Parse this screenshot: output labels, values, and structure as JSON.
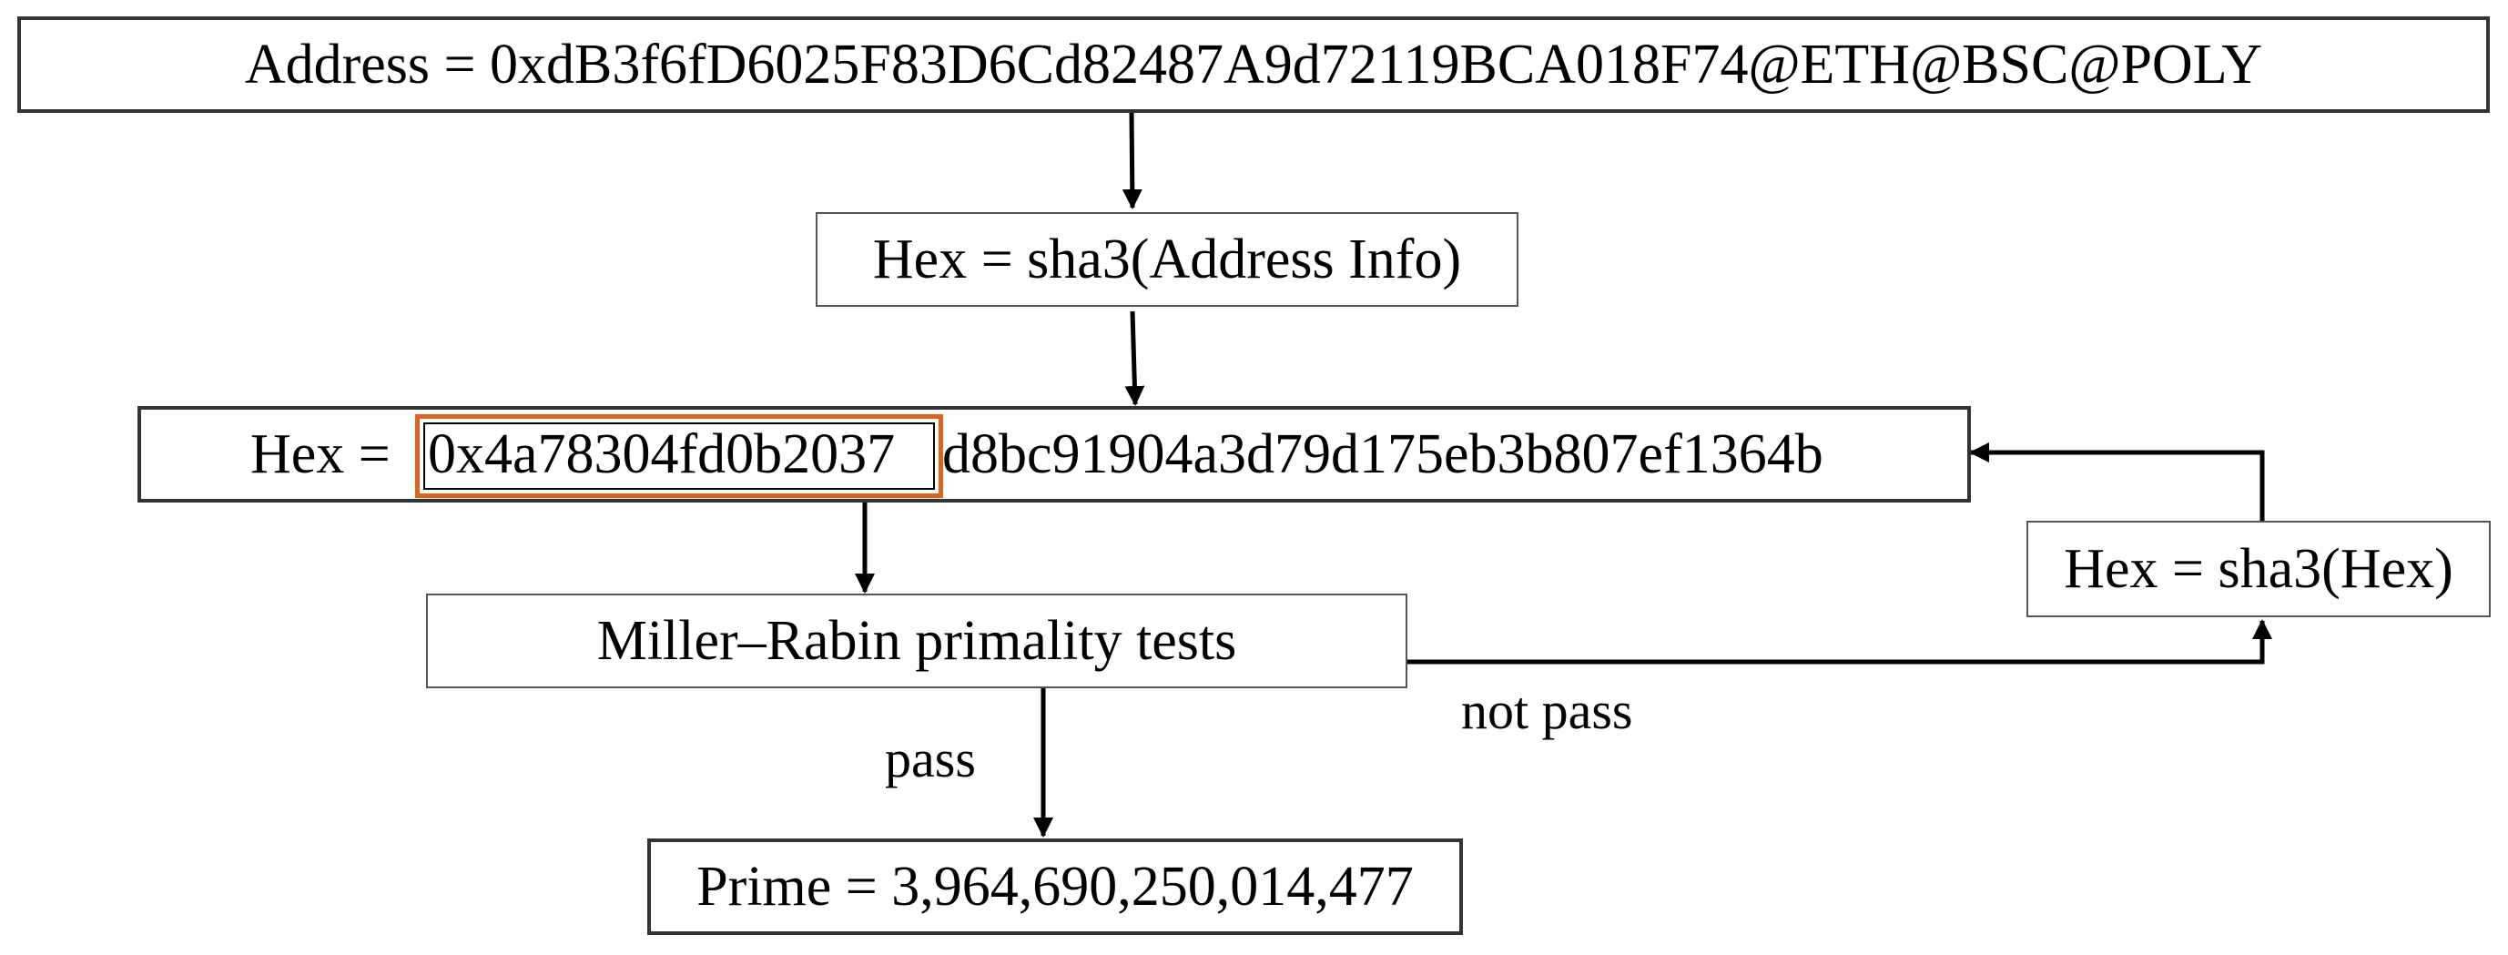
{
  "nodes": {
    "address": "Address = 0xdB3f6fD6025F83D6Cd82487A9d72119BCA018F74@ETH@BSC@POLY",
    "hash_address": "Hex = sha3(Address Info)",
    "hex_value": {
      "prefix": "Hex =",
      "highlighted": "0x4a78304fd0b2037",
      "rest": "d8bc91904a3d79d175eb3b807ef1364b"
    },
    "rehash": "Hex = sha3(Hex)",
    "miller_rabin": "Miller–Rabin primality tests",
    "prime": "Prime = 3,964,690,250,014,477"
  },
  "edge_labels": {
    "pass": "pass",
    "not_pass": "not pass"
  },
  "colors": {
    "highlight": "#d9651e",
    "stroke": "#000000"
  }
}
